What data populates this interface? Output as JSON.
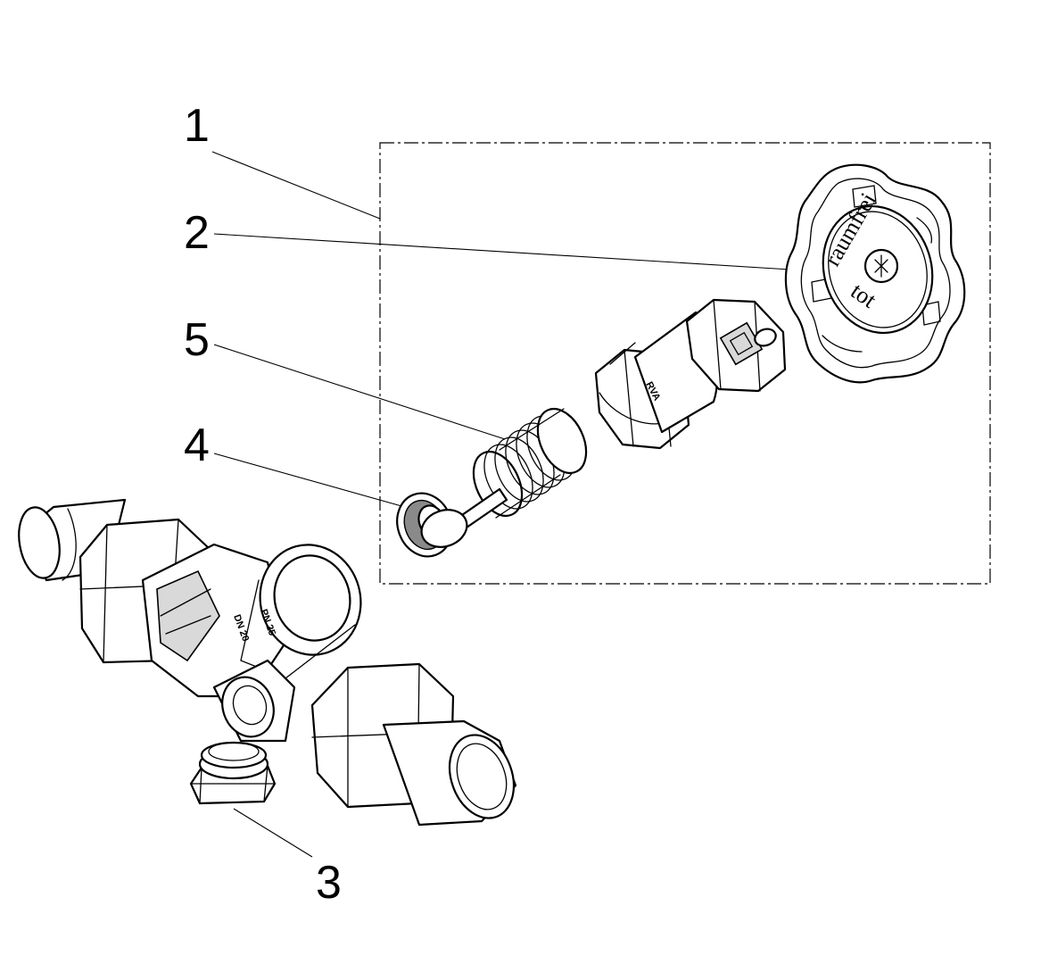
{
  "callouts": [
    {
      "id": "1",
      "label": "1"
    },
    {
      "id": "2",
      "label": "2"
    },
    {
      "id": "5",
      "label": "5"
    },
    {
      "id": "4",
      "label": "4"
    },
    {
      "id": "3",
      "label": "3"
    }
  ],
  "handwheel": {
    "marking_text": "raumfrei",
    "marking_text2": "tot"
  },
  "bonnet": {
    "marking": "RVA"
  },
  "body": {
    "marking_line1": "DN 20",
    "marking_line2": "PN 25"
  }
}
